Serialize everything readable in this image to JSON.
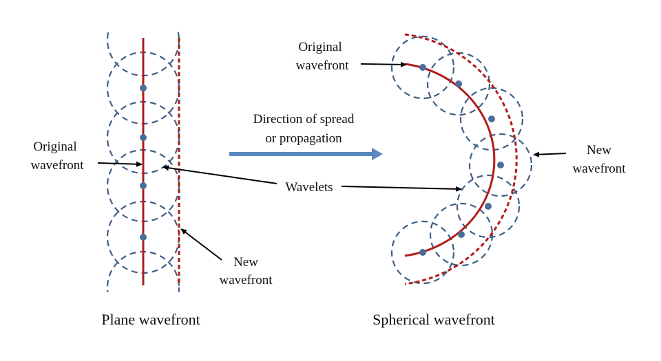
{
  "labels": {
    "left_original_1": "Original",
    "left_original_2": "wavefront",
    "left_new_1": "New",
    "left_new_2": "wavefront",
    "wavelets": "Wavelets",
    "direction_1": "Direction of spread",
    "direction_2": "or propagation",
    "right_original_1": "Original",
    "right_original_2": "wavefront",
    "right_new_1": "New",
    "right_new_2": "wavefront",
    "caption_plane": "Plane wavefront",
    "caption_spherical": "Spherical wavefront"
  },
  "colors": {
    "original_wavefront": "#b31b1b",
    "new_wavefront": "#b31b1b",
    "wavelet": "#3e5f86",
    "source_dot": "#4a6d99",
    "direction_arrow": "#5a87be",
    "pointer_arrow": "#000000"
  }
}
